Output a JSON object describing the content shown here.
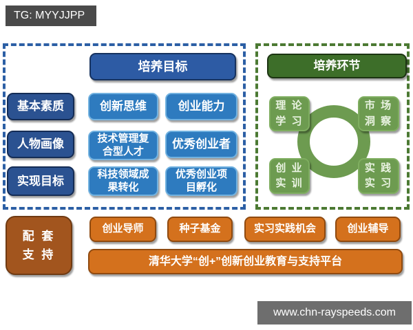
{
  "badge": {
    "text": "TG: MYYJJPP"
  },
  "watermark": {
    "text": "www.chn-rayspeeds.com"
  },
  "colors": {
    "blue_header": "#2d5ba4",
    "blue_dark": "#2b5291",
    "blue_light": "#2e7bbf",
    "blue_dash": "#2c5fa5",
    "green_header": "#3d6e29",
    "green_box": "#6d9b50",
    "green_dash": "#4c7a33",
    "orange": "#d4711d",
    "orange_dark": "#a2551e",
    "badge_gray": "#4a4a4a",
    "watermark_gray": "#6e6e6e"
  },
  "goals_panel": {
    "title": "培养目标",
    "col1": [
      "基本素质",
      "人物画像",
      "实现目标"
    ],
    "col2": [
      "创新思维",
      "技术管理复\n合型人才",
      "科技领域成\n果转化"
    ],
    "col3": [
      "创业能力",
      "优秀创业者",
      "优秀创业项\n目孵化"
    ]
  },
  "process_panel": {
    "title": "培养环节",
    "top_left": "理 论\n学 习",
    "top_right": "市 场\n洞 察",
    "bottom_left": "创 业\n实 训",
    "bottom_right": "实 践\n实 习"
  },
  "support_section": {
    "label": "配 套\n支 持",
    "items": [
      "创业导师",
      "种子基金",
      "实习实践机会",
      "创业辅导"
    ],
    "platform": "清华大学“创+”创新创业教育与支持平台"
  }
}
